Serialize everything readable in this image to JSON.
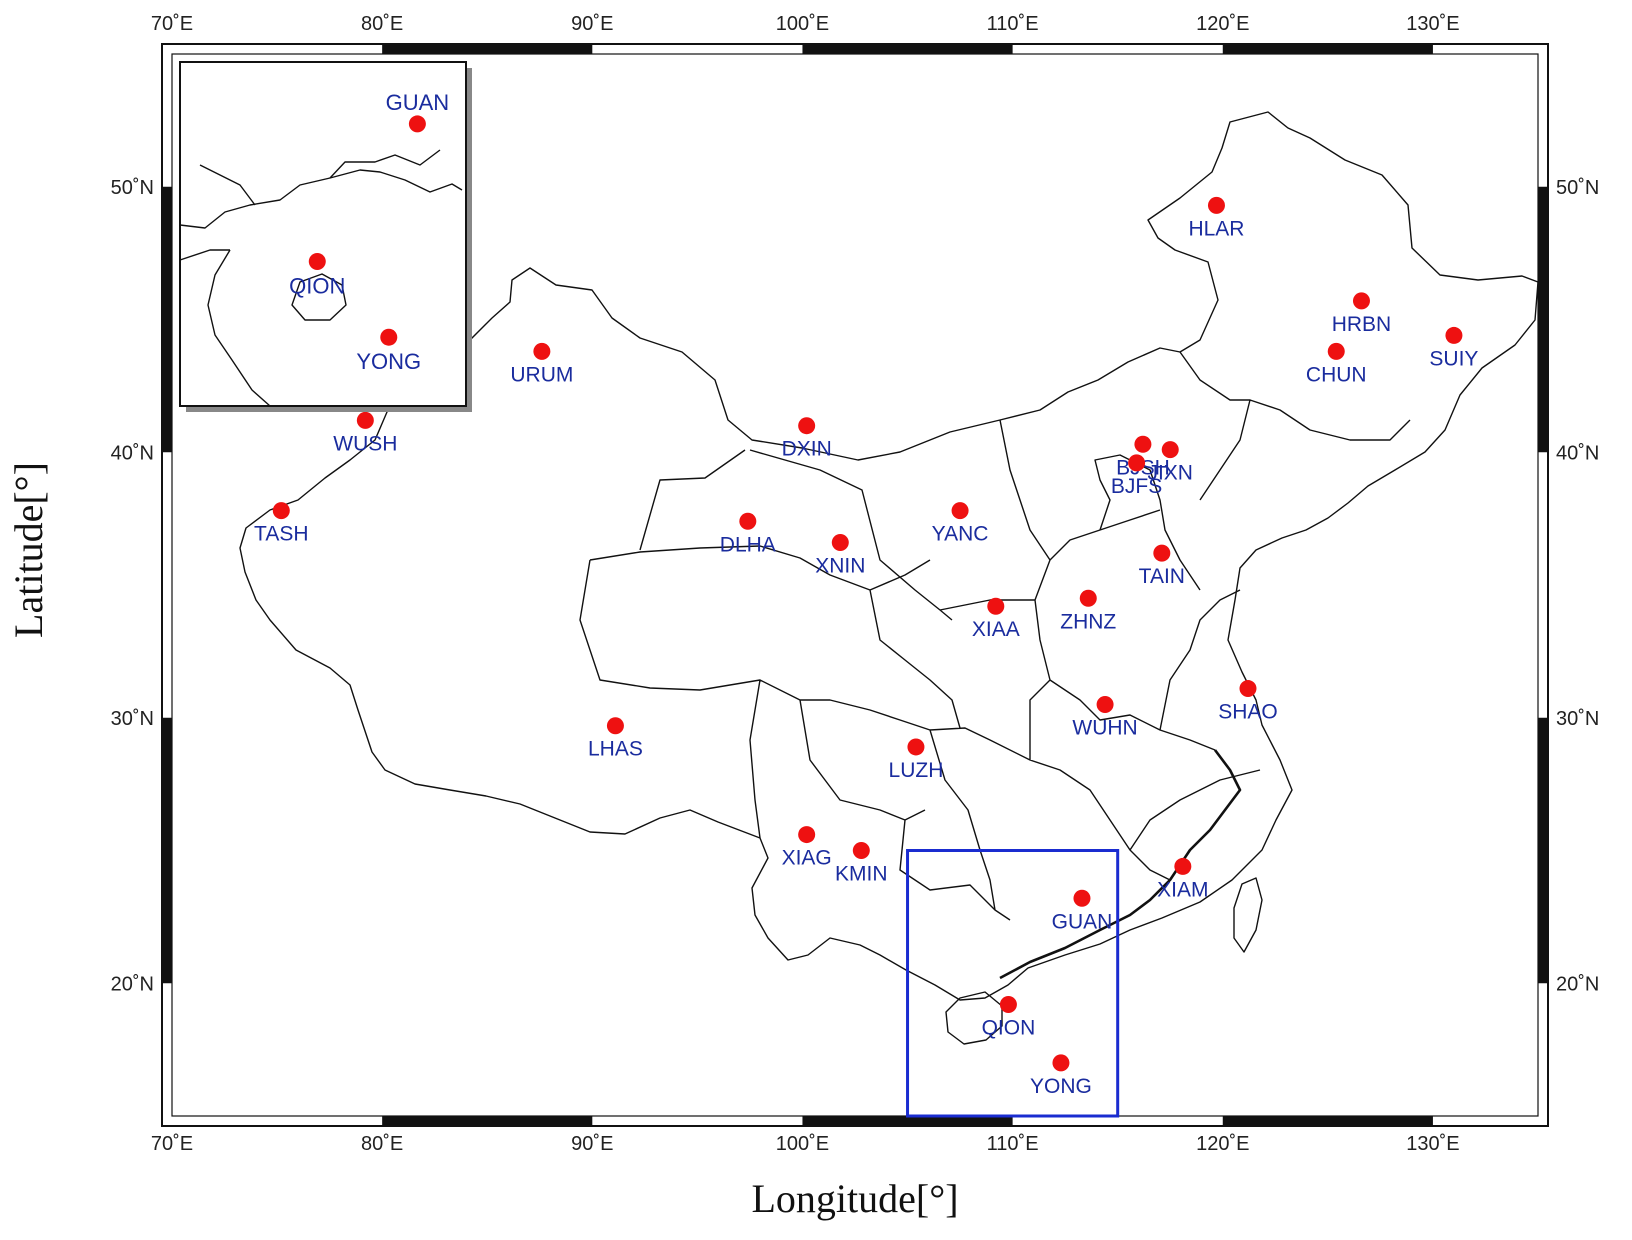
{
  "map": {
    "x_axis_title": "Longitude[°]",
    "y_axis_title": "Latitude[°]",
    "lon_ticks": [
      {
        "value": 70,
        "label": "70˚E"
      },
      {
        "value": 80,
        "label": "80˚E"
      },
      {
        "value": 90,
        "label": "90˚E"
      },
      {
        "value": 100,
        "label": "100˚E"
      },
      {
        "value": 110,
        "label": "110˚E"
      },
      {
        "value": 120,
        "label": "120˚E"
      },
      {
        "value": 130,
        "label": "130˚E"
      }
    ],
    "lat_ticks": [
      {
        "value": 20,
        "label": "20˚N"
      },
      {
        "value": 30,
        "label": "30˚N"
      },
      {
        "value": 40,
        "label": "40˚N"
      },
      {
        "value": 50,
        "label": "50˚N"
      }
    ],
    "extent": {
      "lon": [
        70,
        135
      ],
      "lat": [
        15,
        55
      ]
    },
    "colors": {
      "station": "#ee1111",
      "label": "#1a2c9e",
      "highlight_box": "#1a2cd0",
      "boundary": "#111111"
    },
    "highlight_region": {
      "lon": [
        105,
        115
      ],
      "lat": [
        15,
        25
      ]
    },
    "stations": [
      {
        "name": "HLAR",
        "lon": 119.7,
        "lat": 49.3
      },
      {
        "name": "HRBN",
        "lon": 126.6,
        "lat": 45.7
      },
      {
        "name": "SUIY",
        "lon": 131.0,
        "lat": 44.4
      },
      {
        "name": "CHUN",
        "lon": 125.4,
        "lat": 43.8
      },
      {
        "name": "URUM",
        "lon": 87.6,
        "lat": 43.8
      },
      {
        "name": "WUSH",
        "lon": 79.2,
        "lat": 41.2
      },
      {
        "name": "DXIN",
        "lon": 100.2,
        "lat": 41.0
      },
      {
        "name": "BJSH",
        "lon": 116.2,
        "lat": 40.3
      },
      {
        "name": "JIXN",
        "lon": 117.5,
        "lat": 40.1
      },
      {
        "name": "BJFS",
        "lon": 115.9,
        "lat": 39.6
      },
      {
        "name": "TASH",
        "lon": 75.2,
        "lat": 37.8
      },
      {
        "name": "YANC",
        "lon": 107.5,
        "lat": 37.8
      },
      {
        "name": "DLHA",
        "lon": 97.4,
        "lat": 37.4
      },
      {
        "name": "XNIN",
        "lon": 101.8,
        "lat": 36.6
      },
      {
        "name": "TAIN",
        "lon": 117.1,
        "lat": 36.2
      },
      {
        "name": "ZHNZ",
        "lon": 113.6,
        "lat": 34.5
      },
      {
        "name": "XIAA",
        "lon": 109.2,
        "lat": 34.2
      },
      {
        "name": "SHAO",
        "lon": 121.2,
        "lat": 31.1
      },
      {
        "name": "WUHN",
        "lon": 114.4,
        "lat": 30.5
      },
      {
        "name": "LHAS",
        "lon": 91.1,
        "lat": 29.7
      },
      {
        "name": "LUZH",
        "lon": 105.4,
        "lat": 28.9
      },
      {
        "name": "XIAG",
        "lon": 100.2,
        "lat": 25.6
      },
      {
        "name": "KMIN",
        "lon": 102.8,
        "lat": 25.0
      },
      {
        "name": "XIAM",
        "lon": 118.1,
        "lat": 24.4
      },
      {
        "name": "GUAN",
        "lon": 113.3,
        "lat": 23.2
      },
      {
        "name": "QION",
        "lon": 109.8,
        "lat": 19.2
      },
      {
        "name": "YONG",
        "lon": 112.3,
        "lat": 17.0
      }
    ],
    "inset_stations": [
      {
        "name": "GUAN",
        "lon": 113.3,
        "lat": 23.2
      },
      {
        "name": "QION",
        "lon": 109.8,
        "lat": 19.2
      },
      {
        "name": "YONG",
        "lon": 112.3,
        "lat": 17.0
      }
    ]
  }
}
